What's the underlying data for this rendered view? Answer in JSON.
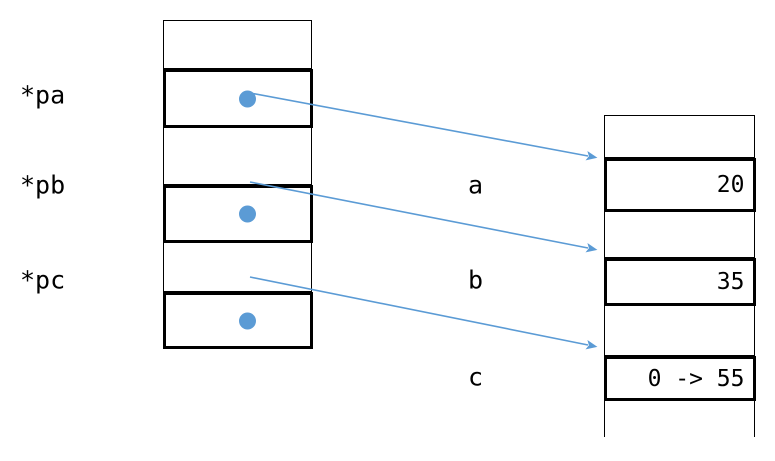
{
  "diagram": {
    "title": "pointer-to-variable memory diagram",
    "accent_color": "#5B9BD5",
    "line_color": "#000000",
    "background": "#ffffff"
  },
  "pointer_table": {
    "name": "pointer-memory-block",
    "rows": [
      {
        "label": "",
        "slot": false,
        "has_dot": false
      },
      {
        "label": "*pa",
        "slot": true,
        "has_dot": true
      },
      {
        "label": "",
        "slot": false,
        "has_dot": false
      },
      {
        "label": "*pb",
        "slot": true,
        "has_dot": true
      },
      {
        "label": "",
        "slot": false,
        "has_dot": false
      },
      {
        "label": "*pc",
        "slot": true,
        "has_dot": true
      }
    ]
  },
  "pointer_labels": [
    {
      "text": "*pa"
    },
    {
      "text": "*pb"
    },
    {
      "text": "*pc"
    }
  ],
  "variable_labels": [
    {
      "text": "a"
    },
    {
      "text": "b"
    },
    {
      "text": "c"
    }
  ],
  "value_table": {
    "name": "value-memory-block",
    "rows": [
      {
        "value": "",
        "slot": false
      },
      {
        "value": "20",
        "slot": true
      },
      {
        "value": "",
        "slot": false
      },
      {
        "value": "35",
        "slot": true
      },
      {
        "value": "",
        "slot": false
      },
      {
        "value": "0 -> 55",
        "slot": true
      }
    ]
  },
  "arrows": [
    {
      "name": "arrow-pa-to-a",
      "from": "*pa",
      "to": "a"
    },
    {
      "name": "arrow-pb-to-b",
      "from": "*pb",
      "to": "b"
    },
    {
      "name": "arrow-pc-to-c",
      "from": "*pc",
      "to": "c"
    }
  ]
}
